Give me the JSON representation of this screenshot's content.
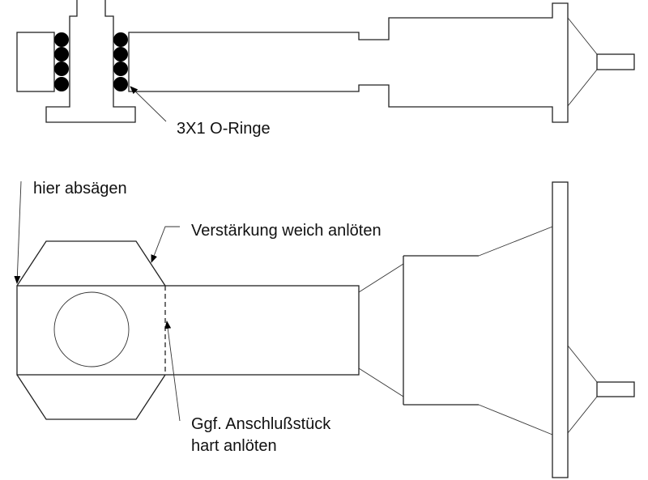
{
  "labels": {
    "o_rings": "3X1 O-Ringe",
    "cut_here": "hier absägen",
    "reinforcement": "Verstärkung weich anlöten",
    "fitting_line1": "Ggf. Anschlußstück",
    "fitting_line2": "hart anlöten"
  },
  "colors": {
    "line": "#222222",
    "background": "#ffffff"
  }
}
